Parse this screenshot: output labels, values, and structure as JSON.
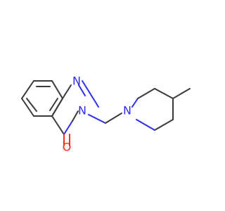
{
  "structure": {
    "atoms": {
      "n_top": "N",
      "n_middle": "N",
      "n_piperidine": "N",
      "carbonyl_oxygen": "O"
    },
    "colors": {
      "bond": "#3a3a3a",
      "nitrogen": "#2d2df0",
      "oxygen": "#ff2a1f",
      "background": "#ffffff"
    }
  }
}
